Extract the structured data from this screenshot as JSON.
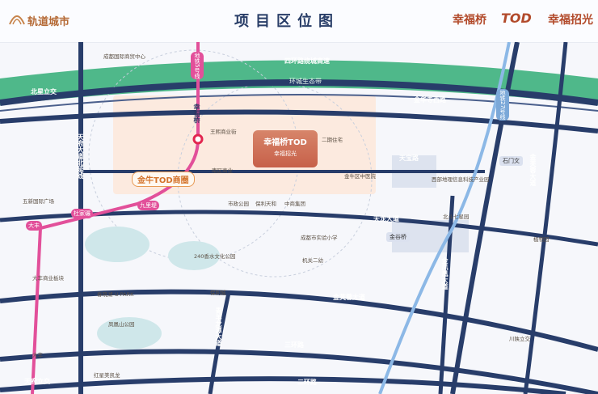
{
  "header": {
    "developer": "轨道城市",
    "title": "项目区位图",
    "logo_part1": "幸福桥",
    "logo_part2": "TOD",
    "logo_part3": "幸福招光"
  },
  "project": {
    "name": "幸福桥TOD",
    "sub": "幸福招光",
    "callout": "金牛TOD商圈"
  },
  "roads": {
    "ring4": "四环路绕城高速",
    "beihuang": "北星立交",
    "jinhua_si": "金华寺西路",
    "tianbao": "天宝路",
    "tianlong": "天龙大道",
    "jinfurong": "金芙蓉大道",
    "ring3": "三环路",
    "ring2": "二环路",
    "tianfu": "天府大道北延线",
    "jinfeng": "金凤凰大道",
    "jinfurong_v": "金芙蓉大道",
    "qingbaijiang": "青羊龙潭大道",
    "wuhou": "天府立交"
  },
  "areas": {
    "green_belt": "环城生态带"
  },
  "metro": {
    "line5": "地铁5号线",
    "station": "幸福桥",
    "line27": "地铁27号线",
    "shimen": "石门文",
    "jingu": "金谷桥",
    "jiuli": "九里堤",
    "dufeng": "杜家碾",
    "dafeng": "大丰"
  },
  "pois": [
    "成都国际商贸中心",
    "王熙商业街",
    "二期住宅",
    "南区商业",
    "市政公园",
    "保利天和",
    "中商集团",
    "240香水文化公园",
    "成都市实验小学",
    "机关二幼",
    "金牛区中医院",
    "西部地理信息科技产业园",
    "北斗七星园",
    "大丰商业板块",
    "春晓湖-U·PARK",
    "保利城",
    "凤凰山公园",
    "五新国际广场",
    "植物园",
    "川陕立交",
    "大丰",
    "红星美凯龙"
  ]
}
